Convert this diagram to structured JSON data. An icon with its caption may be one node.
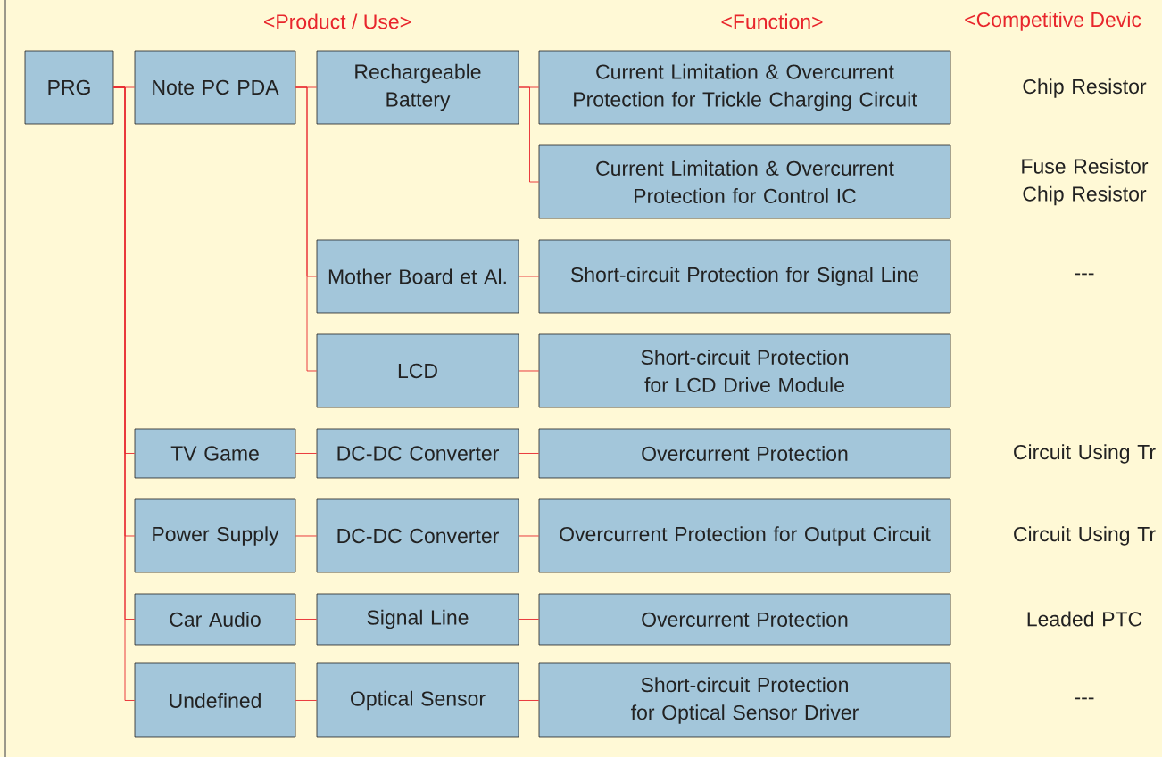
{
  "diagram": {
    "nodes": [
      {
        "text": [
          "PRG"
        ]
      },
      {
        "text": [
          "Note PC PDA"
        ]
      },
      {
        "text": [
          "Rechargeable Battery"
        ]
      },
      {
        "text": [
          "Current Limitation & Overcurrent Protection for Trickle Charging Circuit"
        ]
      },
      {
        "text": [
          "Current Limitation & Overcurrent Protection for Control IC"
        ]
      },
      {
        "text": [
          "Mother Board et Al."
        ]
      },
      {
        "text": [
          "Short-circuit Protection for Signal Line"
        ]
      },
      {
        "text": [
          "LCD"
        ]
      },
      {
        "text": [
          "Short-circuit Protection for LCD Drive Module"
        ]
      },
      {
        "text": [
          "TV Game"
        ]
      },
      {
        "text": [
          "DC-DC Converter"
        ]
      },
      {
        "text": [
          "Overcurrent Protection"
        ]
      },
      {
        "text": [
          "Power Supply"
        ]
      },
      {
        "text": [
          "DC-DC Converter"
        ]
      },
      {
        "text": [
          "Overcurrent Protection for Output Circuit"
        ]
      },
      {
        "text": [
          "Car Audio"
        ]
      },
      {
        "text": [
          "Signal Line"
        ]
      },
      {
        "text": [
          "Overcurrent Protection"
        ]
      },
      {
        "text": [
          "Undefined"
        ]
      },
      {
        "text": [
          "Optical Sensor"
        ]
      },
      {
        "text": [
          "Short-circuit Protection for Optical Sensor Driver"
        ]
      }
    ],
    "edges": [
      {
        "from": 0,
        "to": 1,
        "arrow": "none"
      },
      {
        "from": 0,
        "to": 9,
        "arrow": "none"
      },
      {
        "from": 0,
        "to": 12,
        "arrow": "none"
      },
      {
        "from": 0,
        "to": 15,
        "arrow": "none"
      },
      {
        "from": 0,
        "to": 18,
        "arrow": "none"
      },
      {
        "from": 1,
        "to": 2,
        "arrow": "none"
      },
      {
        "from": 1,
        "to": 5,
        "arrow": "none"
      },
      {
        "from": 1,
        "to": 7,
        "arrow": "none"
      },
      {
        "from": 2,
        "to": 3,
        "arrow": "none"
      },
      {
        "from": 2,
        "to": 4,
        "arrow": "none"
      },
      {
        "from": 5,
        "to": 6,
        "arrow": "none"
      },
      {
        "from": 7,
        "to": 8,
        "arrow": "none"
      },
      {
        "from": 9,
        "to": 10,
        "arrow": "none"
      },
      {
        "from": 10,
        "to": 11,
        "arrow": "none"
      },
      {
        "from": 12,
        "to": 13,
        "arrow": "none"
      },
      {
        "from": 13,
        "to": 14,
        "arrow": "none"
      },
      {
        "from": 15,
        "to": 16,
        "arrow": "none"
      },
      {
        "from": 16,
        "to": 17,
        "arrow": "none"
      },
      {
        "from": 18,
        "to": 19,
        "arrow": "none"
      },
      {
        "from": 19,
        "to": 20,
        "arrow": "none"
      }
    ],
    "labels": [
      "<Product / Use>",
      "<Function>",
      "<Competitive Devic",
      "Chip Resistor",
      "Fuse Resistor Chip Resistor",
      "---",
      "Circuit Using Tr",
      "Circuit Using Tr",
      "Leaded PTC",
      "---"
    ]
  }
}
